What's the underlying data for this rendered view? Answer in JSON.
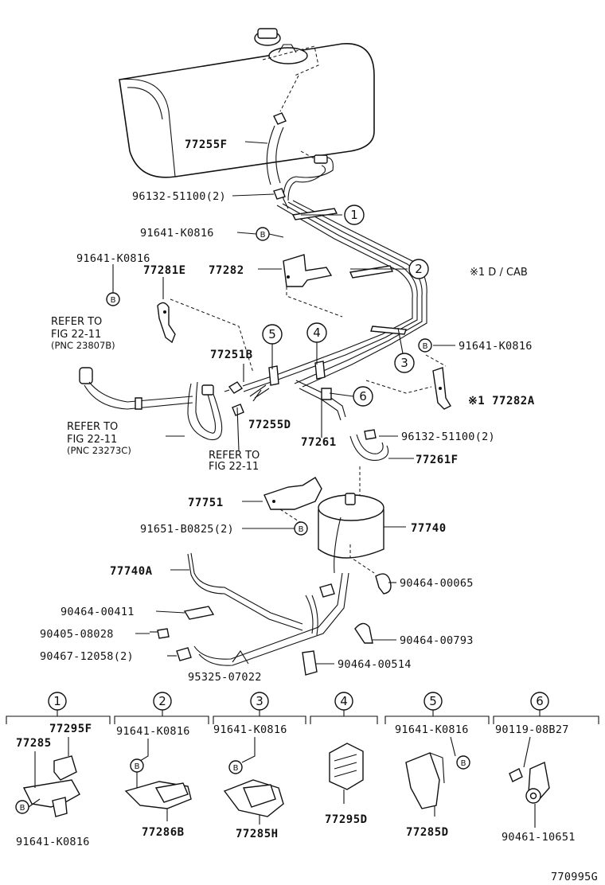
{
  "labels": {
    "p77255F": "77255F",
    "p96132_top": "96132-51100(2)",
    "p91641_b1": "91641-K0816",
    "p91641_left": "91641-K0816",
    "p77281E": "77281E",
    "p77282": "77282",
    "note_cab": "※1 D / CAB",
    "refer1_l1": "REFER TO",
    "refer1_l2": "FIG 22-11",
    "refer1_l3": "(PNC 23807B)",
    "p77251B": "77251B",
    "p91641_right": "91641-K0816",
    "p77282A": "※1 77282A",
    "refer2_l1": "REFER TO",
    "refer2_l2": "FIG 22-11",
    "refer2_l3": "(PNC 23273C)",
    "p77255D": "77255D",
    "refer3_l1": "REFER TO",
    "refer3_l2": "FIG 22-11",
    "p77261": "77261",
    "p96132_mid": "96132-51100(2)",
    "p77261F": "77261F",
    "p77751": "77751",
    "p91651": "91651-B0825(2)",
    "p77740": "77740",
    "p77740A": "77740A",
    "p90464_65": "90464-00065",
    "p90464_411": "90464-00411",
    "p90405": "90405-08028",
    "p90467": "90467-12058(2)",
    "p90464_793": "90464-00793",
    "p95325": "95325-07022",
    "p90464_514": "90464-00514"
  },
  "circles": {
    "c1": "1",
    "c2": "2",
    "c3": "3",
    "c4": "4",
    "c5": "5",
    "c6": "6",
    "b": "B"
  },
  "details": {
    "d1": {
      "num": "1",
      "a": "77295F",
      "b": "77285",
      "c": "91641-K0816"
    },
    "d2": {
      "num": "2",
      "a": "91641-K0816",
      "b": "77286B"
    },
    "d3": {
      "num": "3",
      "a": "91641-K0816",
      "b": "77285H"
    },
    "d4": {
      "num": "4",
      "a": "77295D"
    },
    "d5": {
      "num": "5",
      "a": "91641-K0816",
      "b": "77285D"
    },
    "d6": {
      "num": "6",
      "a": "90119-08B27",
      "b": "90461-10651"
    }
  },
  "footer_code": "770995G"
}
